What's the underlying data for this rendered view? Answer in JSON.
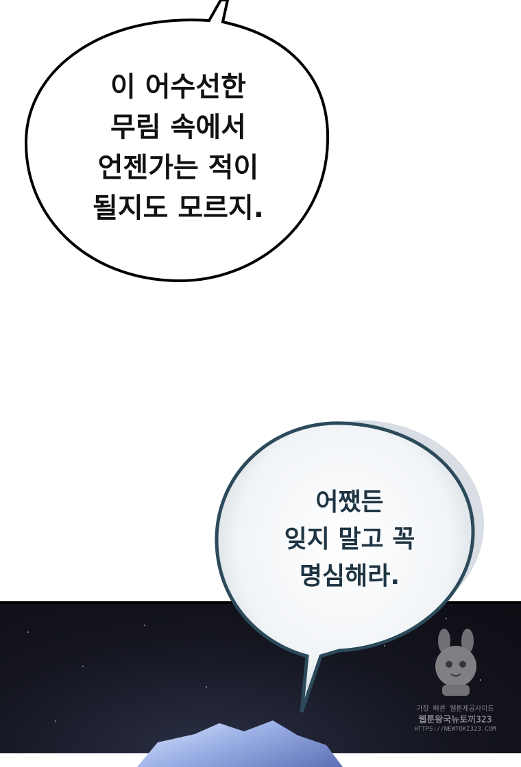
{
  "bubble_top": {
    "lines": [
      "이 어수선한",
      "무림 속에서",
      "언젠가는 적이",
      "될지도 모르지."
    ]
  },
  "bubble_bottom": {
    "lines": [
      "어쨌든",
      "잊지 말고 꼭",
      "명심해라."
    ]
  },
  "watermark": {
    "line1": "가장 빠른 웹툰제공사이트",
    "line2": "웹툰왕국뉴토끼323",
    "line3": "HTTPS://NEWTOKI323.COM"
  },
  "colors": {
    "panel_bg": "#14151f",
    "bubble_bottom_text": "#1f3442",
    "bubble_bottom_outline": "#2c4a5a"
  }
}
